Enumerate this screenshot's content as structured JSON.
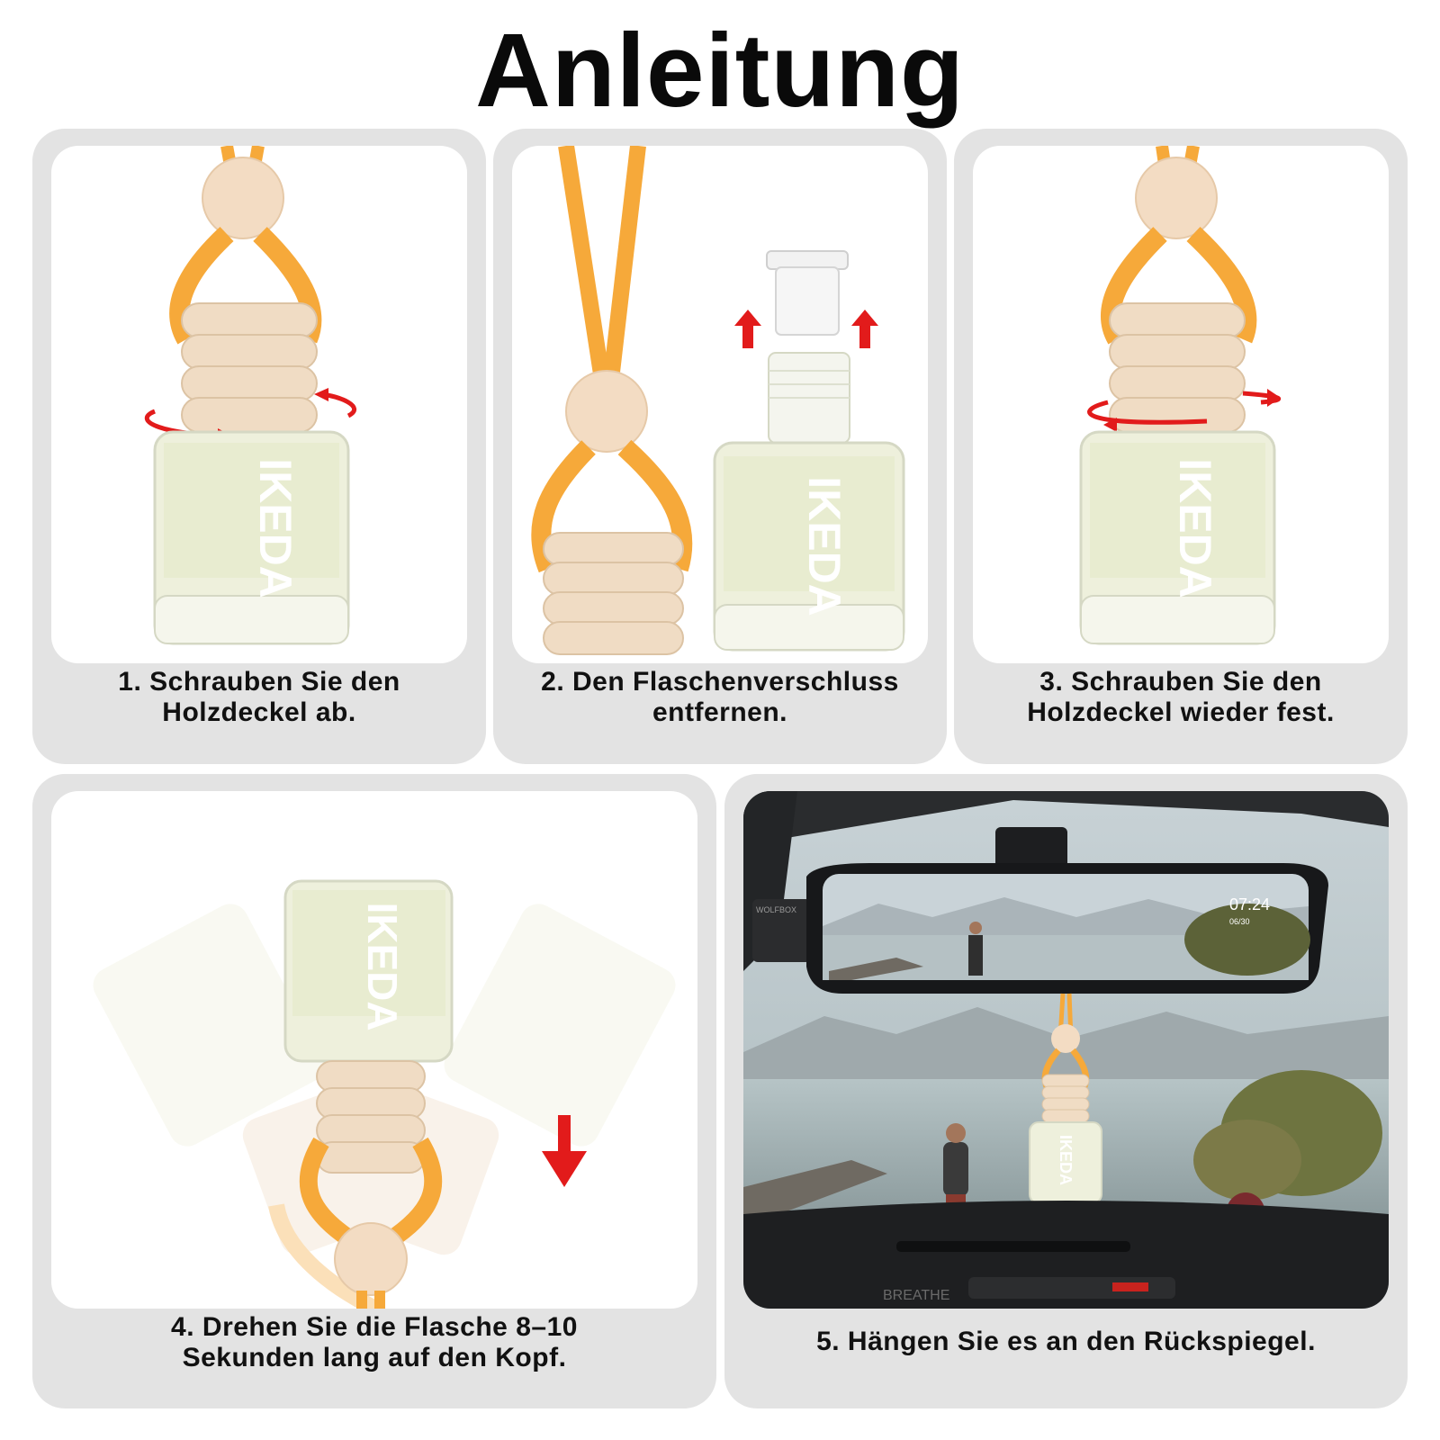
{
  "title": "Anleitung",
  "brand": "IKEDA",
  "colors": {
    "cord": "#f6a93a",
    "wood": "#f0dcc4",
    "arrow": "#e21b1b",
    "card_bg": "#e3e3e3",
    "glass": "#eef0dc"
  },
  "steps": [
    {
      "line1": "1. Schrauben Sie den",
      "line2": "Holzdeckel ab."
    },
    {
      "line1": "2. Den Flaschenverschluss",
      "line2": "entfernen."
    },
    {
      "line1": "3. Schrauben Sie den",
      "line2": "Holzdeckel wieder fest."
    },
    {
      "line1": "4. Drehen Sie die Flasche 8–10",
      "line2": "Sekunden lang auf den Kopf."
    },
    {
      "line1": "5. Hängen Sie es an den Rückspiegel.",
      "line2": ""
    }
  ],
  "mirror": {
    "time": "07:24",
    "date": "06/30",
    "cam_label": "WOLFBOX",
    "dash_label": "BREATHE"
  }
}
